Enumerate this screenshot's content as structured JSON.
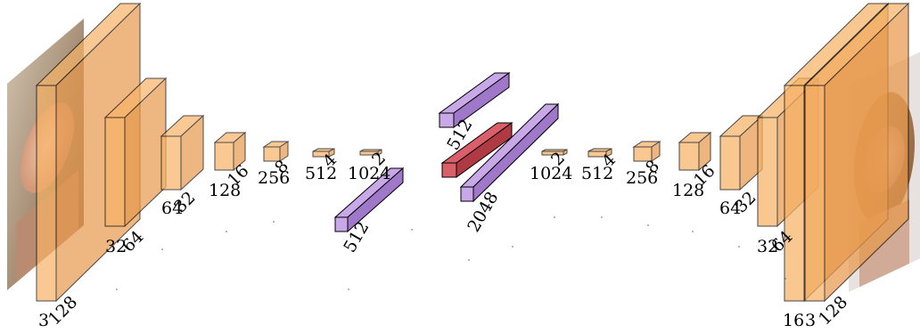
{
  "colors": {
    "layer": "#f7b266",
    "layer_dark": "#e89a4d",
    "layer_light": "#fbd3a4",
    "latent": "#c9a8e8",
    "latent_dark": "#9f78c9",
    "sample": "#d9606a",
    "sample_dark": "#b03a44"
  },
  "images": {
    "input": "input-face-image",
    "output": "reconstructed-face-image"
  },
  "encoder": [
    {
      "channels": "3",
      "size": "128"
    },
    {
      "channels": "32",
      "size": "64"
    },
    {
      "channels": "64",
      "size": "32"
    },
    {
      "channels": "128",
      "size": "16"
    },
    {
      "channels": "256",
      "size": "8"
    },
    {
      "channels": "512",
      "size": "4"
    },
    {
      "channels": "1024",
      "size": "2"
    }
  ],
  "latent": {
    "mu": "512",
    "sigma": "512",
    "fc": "2048"
  },
  "decoder": [
    {
      "channels": "1024",
      "size": "2"
    },
    {
      "channels": "512",
      "size": "4"
    },
    {
      "channels": "256",
      "size": "8"
    },
    {
      "channels": "128",
      "size": "16"
    },
    {
      "channels": "64",
      "size": "32"
    },
    {
      "channels": "32",
      "size": "64"
    },
    {
      "channels": "16",
      "size": "128"
    },
    {
      "channels": "3",
      "size": "128"
    }
  ]
}
